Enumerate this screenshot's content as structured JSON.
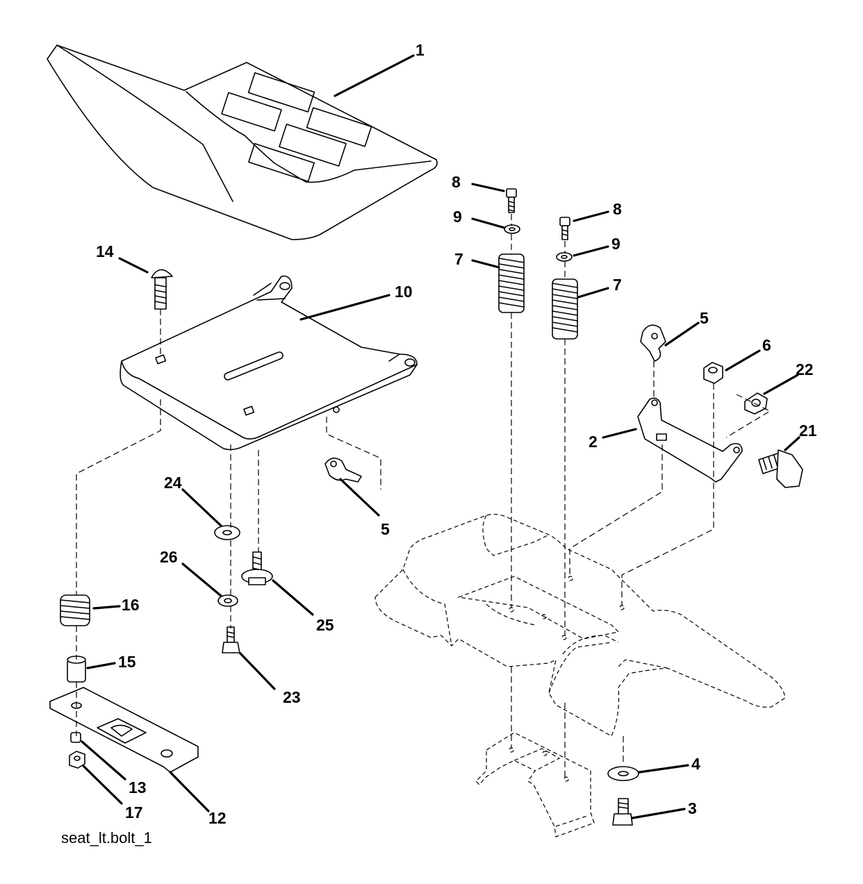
{
  "diagram": {
    "caption": "seat_lt.bolt_1",
    "callouts": {
      "c1": "1",
      "c2": "2",
      "c3": "3",
      "c4": "4",
      "c5a": "5",
      "c5b": "5",
      "c6": "6",
      "c7a": "7",
      "c7b": "7",
      "c8a": "8",
      "c8b": "8",
      "c9a": "9",
      "c9b": "9",
      "c10": "10",
      "c12": "12",
      "c13": "13",
      "c14": "14",
      "c15": "15",
      "c16": "16",
      "c17": "17",
      "c21": "21",
      "c22": "22",
      "c23": "23",
      "c24": "24",
      "c25": "25",
      "c26": "26"
    }
  }
}
